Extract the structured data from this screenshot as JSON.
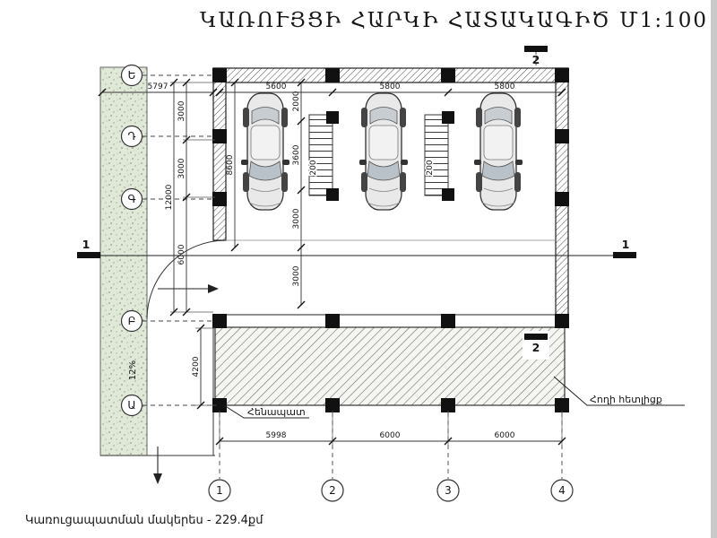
{
  "title": "ԿԱՌՈՒՅՑԻ ՀԱՐԿԻ ՀԱՏԱԿԱԳԻԾ Մ1:100",
  "footer": "Կառուցապատման մակերես - 229.4քմ",
  "axes": {
    "rows": [
      "Ե",
      "Դ",
      "Գ",
      "Բ",
      "Ա"
    ],
    "cols": [
      "1",
      "2",
      "3",
      "4"
    ]
  },
  "sections": {
    "s1": "1",
    "s2": "2"
  },
  "annotations": {
    "retaining_wall": "Հենապատ",
    "backfill": "Հողի հետլիցք",
    "slope": "12%"
  },
  "dims": {
    "top_left": "5797",
    "top": [
      "5600",
      "5800",
      "5800"
    ],
    "bottom": [
      "5998",
      "6000",
      "6000"
    ],
    "left": [
      "3000",
      "3000",
      "6000",
      "12000",
      "4200"
    ],
    "inner": [
      "2000",
      "3600",
      "3000",
      "3000",
      "8600"
    ],
    "stair": [
      "200",
      "200"
    ]
  },
  "colors": {
    "paper": "#ffffff",
    "line": "#1a1a1a",
    "green_area": "#e0e8d8",
    "hatch": "#6f6f6f"
  }
}
